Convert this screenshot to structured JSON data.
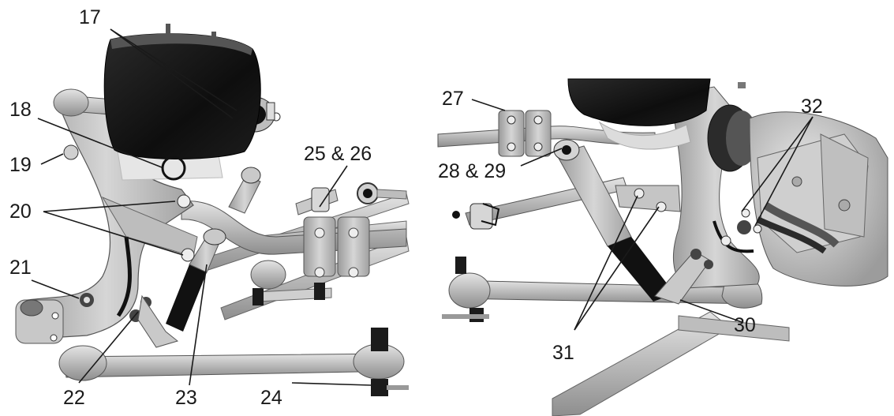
{
  "diagram": {
    "left_view_labels": [
      "17",
      "18",
      "19",
      "20",
      "21",
      "22",
      "23",
      "24",
      "25 & 26"
    ],
    "right_view_labels": [
      "27",
      "28 & 29",
      "30",
      "31",
      "32"
    ]
  }
}
